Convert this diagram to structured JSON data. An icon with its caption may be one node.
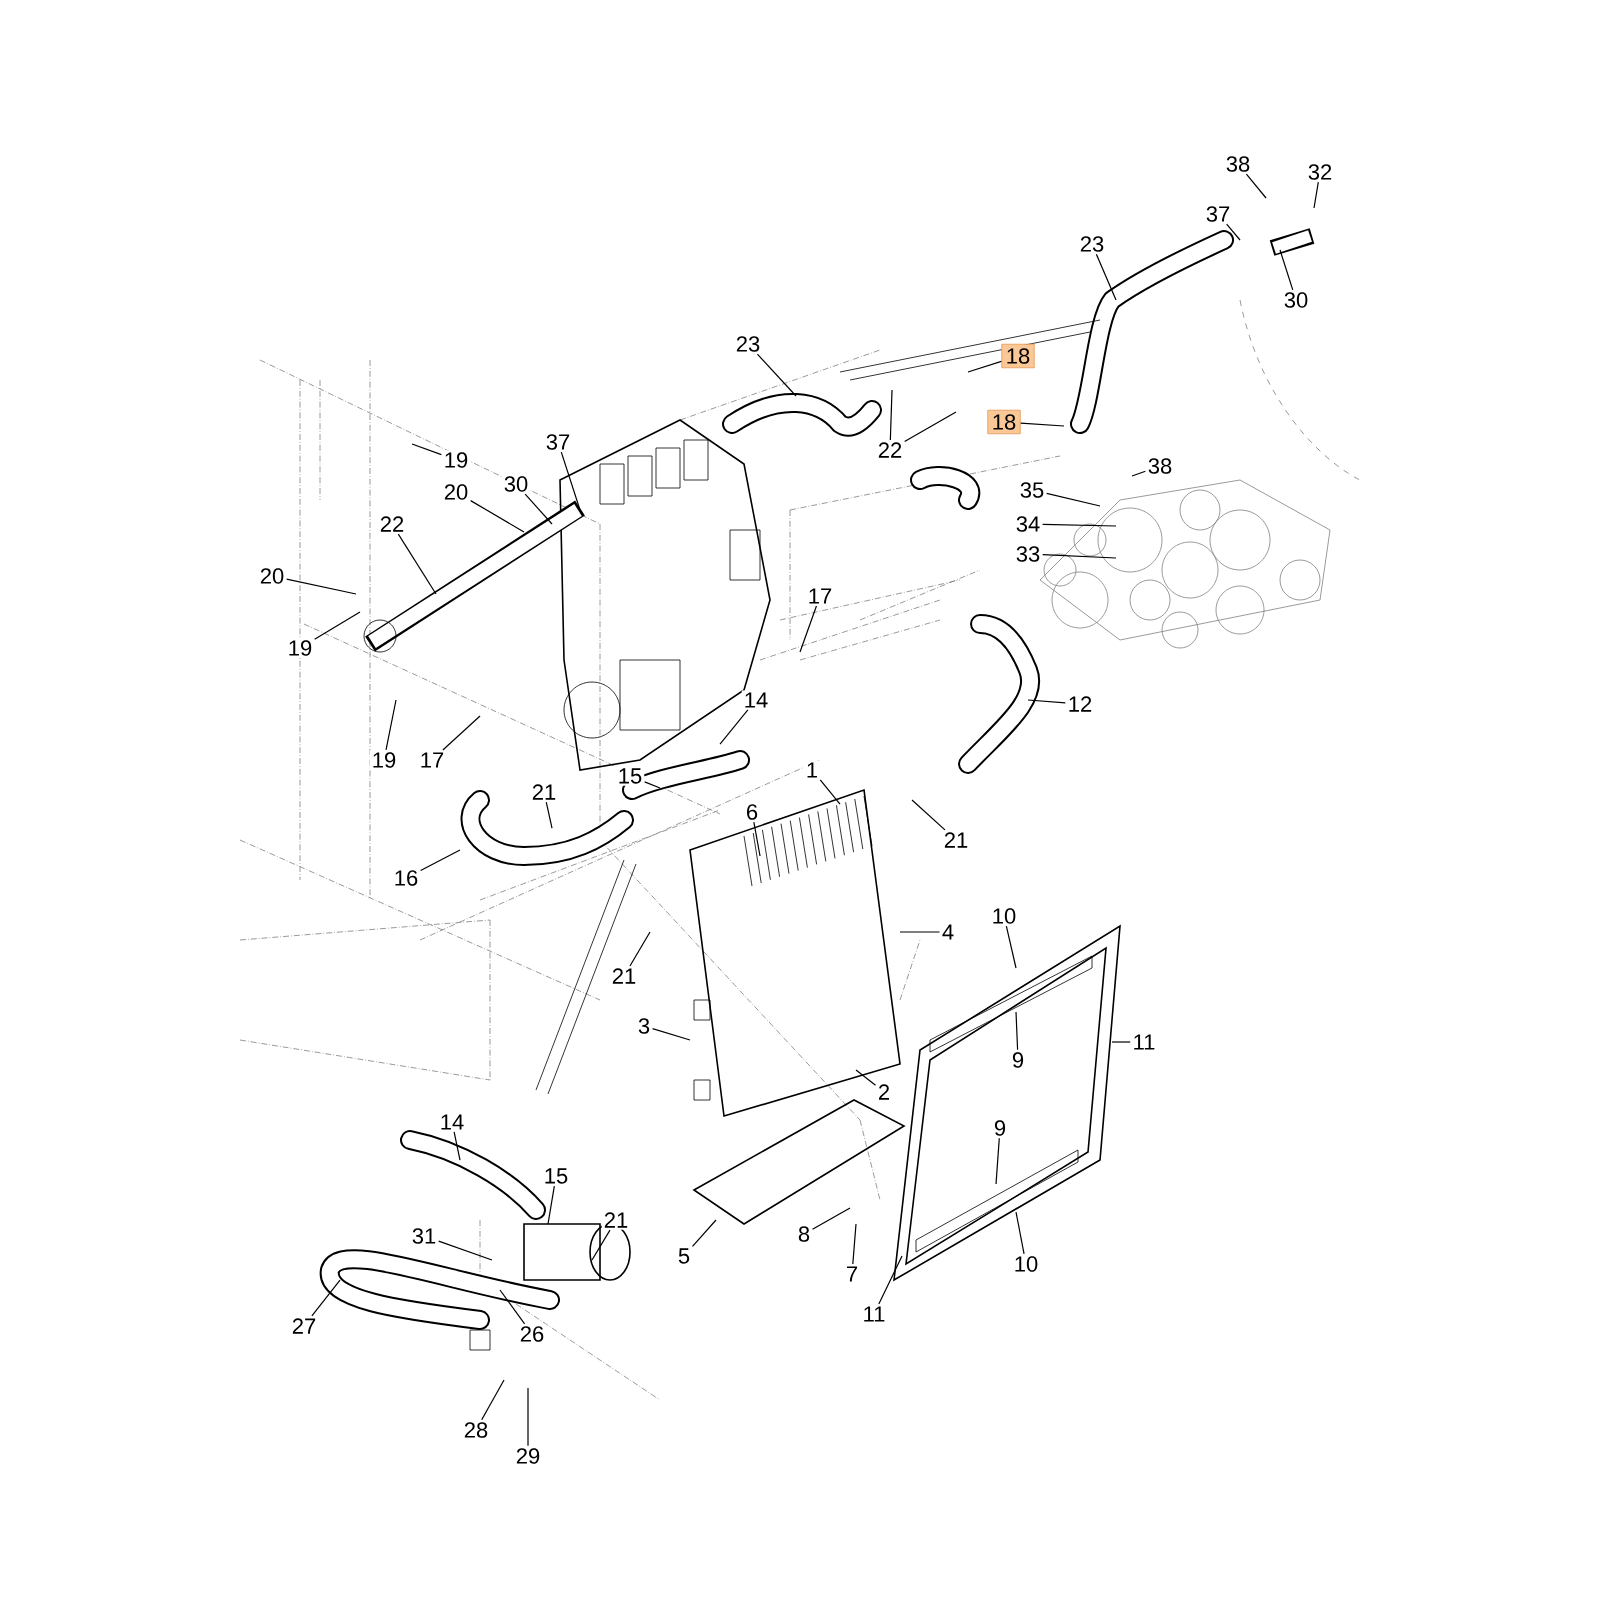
{
  "diagram": {
    "nodes": [
      {
        "text": [
          "23"
        ]
      },
      {
        "text": [
          "18"
        ]
      },
      {
        "text": [
          "22"
        ]
      },
      {
        "text": [
          "18"
        ]
      },
      {
        "text": [
          "23"
        ]
      },
      {
        "text": [
          "38"
        ]
      },
      {
        "text": [
          "32"
        ]
      },
      {
        "text": [
          "37"
        ]
      },
      {
        "text": [
          "30"
        ]
      },
      {
        "text": [
          "38"
        ]
      },
      {
        "text": [
          "35"
        ]
      },
      {
        "text": [
          "34"
        ]
      },
      {
        "text": [
          "33"
        ]
      },
      {
        "text": [
          "37"
        ]
      },
      {
        "text": [
          "19"
        ]
      },
      {
        "text": [
          "20"
        ]
      },
      {
        "text": [
          "30"
        ]
      },
      {
        "text": [
          "22"
        ]
      },
      {
        "text": [
          "20"
        ]
      },
      {
        "text": [
          "19"
        ]
      },
      {
        "text": [
          "19"
        ]
      },
      {
        "text": [
          "17"
        ]
      },
      {
        "text": [
          "17"
        ]
      },
      {
        "text": [
          "14"
        ]
      },
      {
        "text": [
          "15"
        ]
      },
      {
        "text": [
          "21"
        ]
      },
      {
        "text": [
          "16"
        ]
      },
      {
        "text": [
          "12"
        ]
      },
      {
        "text": [
          "21"
        ]
      },
      {
        "text": [
          "6"
        ]
      },
      {
        "text": [
          "1"
        ]
      },
      {
        "text": [
          "4"
        ]
      },
      {
        "text": [
          "21"
        ]
      },
      {
        "text": [
          "3"
        ]
      },
      {
        "text": [
          "2"
        ]
      },
      {
        "text": [
          "10"
        ]
      },
      {
        "text": [
          "9"
        ]
      },
      {
        "text": [
          "11"
        ]
      },
      {
        "text": [
          "9"
        ]
      },
      {
        "text": [
          "10"
        ]
      },
      {
        "text": [
          "5"
        ]
      },
      {
        "text": [
          "8"
        ]
      },
      {
        "text": [
          "7"
        ]
      },
      {
        "text": [
          "11"
        ]
      },
      {
        "text": [
          "14"
        ]
      },
      {
        "text": [
          "15"
        ]
      },
      {
        "text": [
          "21"
        ]
      },
      {
        "text": [
          "31"
        ]
      },
      {
        "text": [
          "26"
        ]
      },
      {
        "text": [
          "27"
        ]
      },
      {
        "text": [
          "28"
        ]
      },
      {
        "text": [
          "29"
        ]
      }
    ],
    "edges": [
      {
        "from": 0,
        "to": null,
        "arrow": "none"
      },
      {
        "from": 1,
        "to": null,
        "arrow": "none"
      },
      {
        "from": 2,
        "to": null,
        "arrow": "none"
      },
      {
        "from": 2,
        "to": null,
        "arrow": "none"
      },
      {
        "from": 3,
        "to": null,
        "arrow": "none"
      },
      {
        "from": 4,
        "to": null,
        "arrow": "none"
      },
      {
        "from": 5,
        "to": null,
        "arrow": "none"
      },
      {
        "from": 6,
        "to": null,
        "arrow": "none"
      },
      {
        "from": 7,
        "to": null,
        "arrow": "none"
      },
      {
        "from": 8,
        "to": null,
        "arrow": "none"
      },
      {
        "from": 9,
        "to": null,
        "arrow": "none"
      },
      {
        "from": 10,
        "to": null,
        "arrow": "none"
      },
      {
        "from": 11,
        "to": null,
        "arrow": "none"
      },
      {
        "from": 12,
        "to": null,
        "arrow": "none"
      },
      {
        "from": 13,
        "to": null,
        "arrow": "none"
      },
      {
        "from": 14,
        "to": null,
        "arrow": "none"
      },
      {
        "from": 15,
        "to": null,
        "arrow": "none"
      },
      {
        "from": 16,
        "to": null,
        "arrow": "none"
      },
      {
        "from": 17,
        "to": null,
        "arrow": "none"
      },
      {
        "from": 18,
        "to": null,
        "arrow": "none"
      },
      {
        "from": 19,
        "to": null,
        "arrow": "none"
      },
      {
        "from": 20,
        "to": null,
        "arrow": "none"
      },
      {
        "from": 21,
        "to": null,
        "arrow": "none"
      },
      {
        "from": 22,
        "to": null,
        "arrow": "none"
      },
      {
        "from": 23,
        "to": null,
        "arrow": "none"
      },
      {
        "from": 24,
        "to": null,
        "arrow": "none"
      },
      {
        "from": 25,
        "to": null,
        "arrow": "none"
      },
      {
        "from": 26,
        "to": null,
        "arrow": "none"
      },
      {
        "from": 27,
        "to": null,
        "arrow": "none"
      },
      {
        "from": 28,
        "to": null,
        "arrow": "none"
      },
      {
        "from": 29,
        "to": null,
        "arrow": "none"
      },
      {
        "from": 30,
        "to": null,
        "arrow": "none"
      },
      {
        "from": 31,
        "to": null,
        "arrow": "none"
      },
      {
        "from": 32,
        "to": null,
        "arrow": "none"
      },
      {
        "from": 33,
        "to": null,
        "arrow": "none"
      },
      {
        "from": 34,
        "to": null,
        "arrow": "none"
      },
      {
        "from": 35,
        "to": null,
        "arrow": "none"
      },
      {
        "from": 36,
        "to": null,
        "arrow": "none"
      },
      {
        "from": 37,
        "to": null,
        "arrow": "none"
      },
      {
        "from": 38,
        "to": null,
        "arrow": "none"
      },
      {
        "from": 39,
        "to": null,
        "arrow": "none"
      },
      {
        "from": 40,
        "to": null,
        "arrow": "none"
      },
      {
        "from": 41,
        "to": null,
        "arrow": "none"
      },
      {
        "from": 42,
        "to": null,
        "arrow": "none"
      },
      {
        "from": 43,
        "to": null,
        "arrow": "none"
      },
      {
        "from": 44,
        "to": null,
        "arrow": "none"
      },
      {
        "from": 45,
        "to": null,
        "arrow": "none"
      },
      {
        "from": 46,
        "to": null,
        "arrow": "none"
      },
      {
        "from": 47,
        "to": null,
        "arrow": "none"
      },
      {
        "from": 48,
        "to": null,
        "arrow": "none"
      },
      {
        "from": 49,
        "to": null,
        "arrow": "none"
      },
      {
        "from": 50,
        "to": null,
        "arrow": "none"
      },
      {
        "from": 51,
        "to": null,
        "arrow": "none"
      }
    ]
  }
}
